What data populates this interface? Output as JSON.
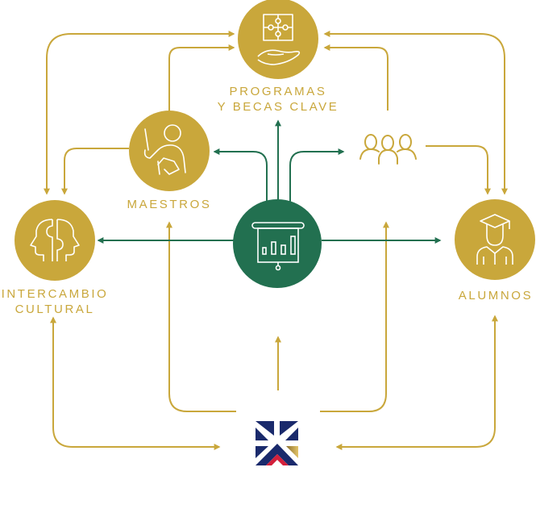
{
  "colors": {
    "gold": "#c9a73b",
    "green": "#227050",
    "navy": "#1a2a6c",
    "red": "#d3203b",
    "white": "#ffffff"
  },
  "nodes": {
    "center": {
      "label": "",
      "icon": "presentation-chart-icon"
    },
    "programas": {
      "line1": "PROGRAMAS",
      "line2": "Y BECAS CLAVE",
      "icon": "puzzle-hand-icon"
    },
    "maestros": {
      "label": "MAESTROS",
      "icon": "teacher-pointer-icon"
    },
    "grupo": {
      "label": "",
      "icon": "group-people-icon"
    },
    "intercambio": {
      "line1": "INTERCAMBIO",
      "line2": "CULTURAL",
      "icon": "heads-puzzle-icon"
    },
    "alumnos": {
      "label": "ALUMNOS",
      "icon": "graduate-student-icon"
    },
    "logo": {
      "label": "",
      "icon": "british-flag-logo-icon"
    }
  }
}
